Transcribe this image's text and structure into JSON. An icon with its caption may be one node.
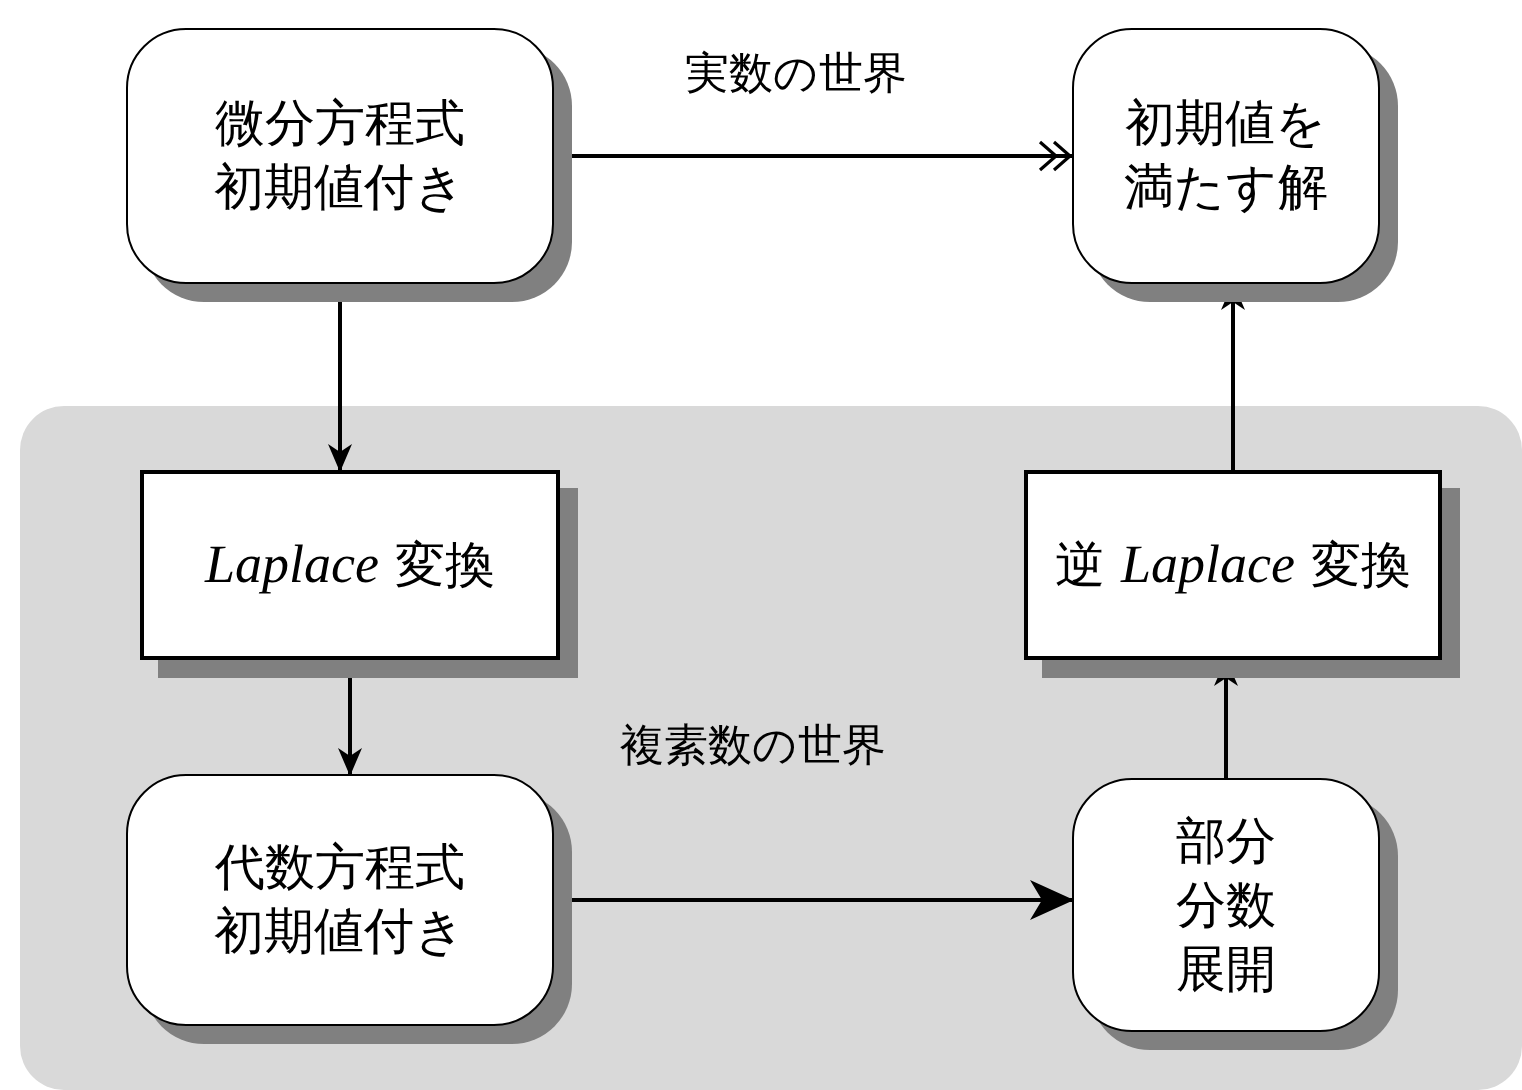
{
  "diagram": {
    "nodes": [
      {
        "text": [
          "微分方程式初期値付き"
        ]
      },
      {
        "text": [
          "初期値を満たす解"
        ]
      },
      {
        "text": [
          "複素数の世界"
        ]
      },
      {
        "text": [
          "*Laplace* 変換"
        ],
        "in": 2
      },
      {
        "text": [
          "逆 *Laplace* 変換"
        ],
        "in": 2
      },
      {
        "text": [
          "代数方程式初期値付き"
        ],
        "in": 2
      },
      {
        "text": [
          "部分分数展開"
        ],
        "in": 2
      }
    ],
    "edges": [
      {
        "from": 0,
        "to": 1,
        "arrow": "to",
        "label": "実数の世界"
      },
      {
        "from": 0,
        "to": 3,
        "arrow": "to"
      },
      {
        "from": 3,
        "to": 5,
        "arrow": "to"
      },
      {
        "from": 5,
        "to": 6,
        "arrow": "to"
      },
      {
        "from": 6,
        "to": 4,
        "arrow": "to"
      },
      {
        "from": 4,
        "to": 1,
        "arrow": "to"
      }
    ]
  }
}
